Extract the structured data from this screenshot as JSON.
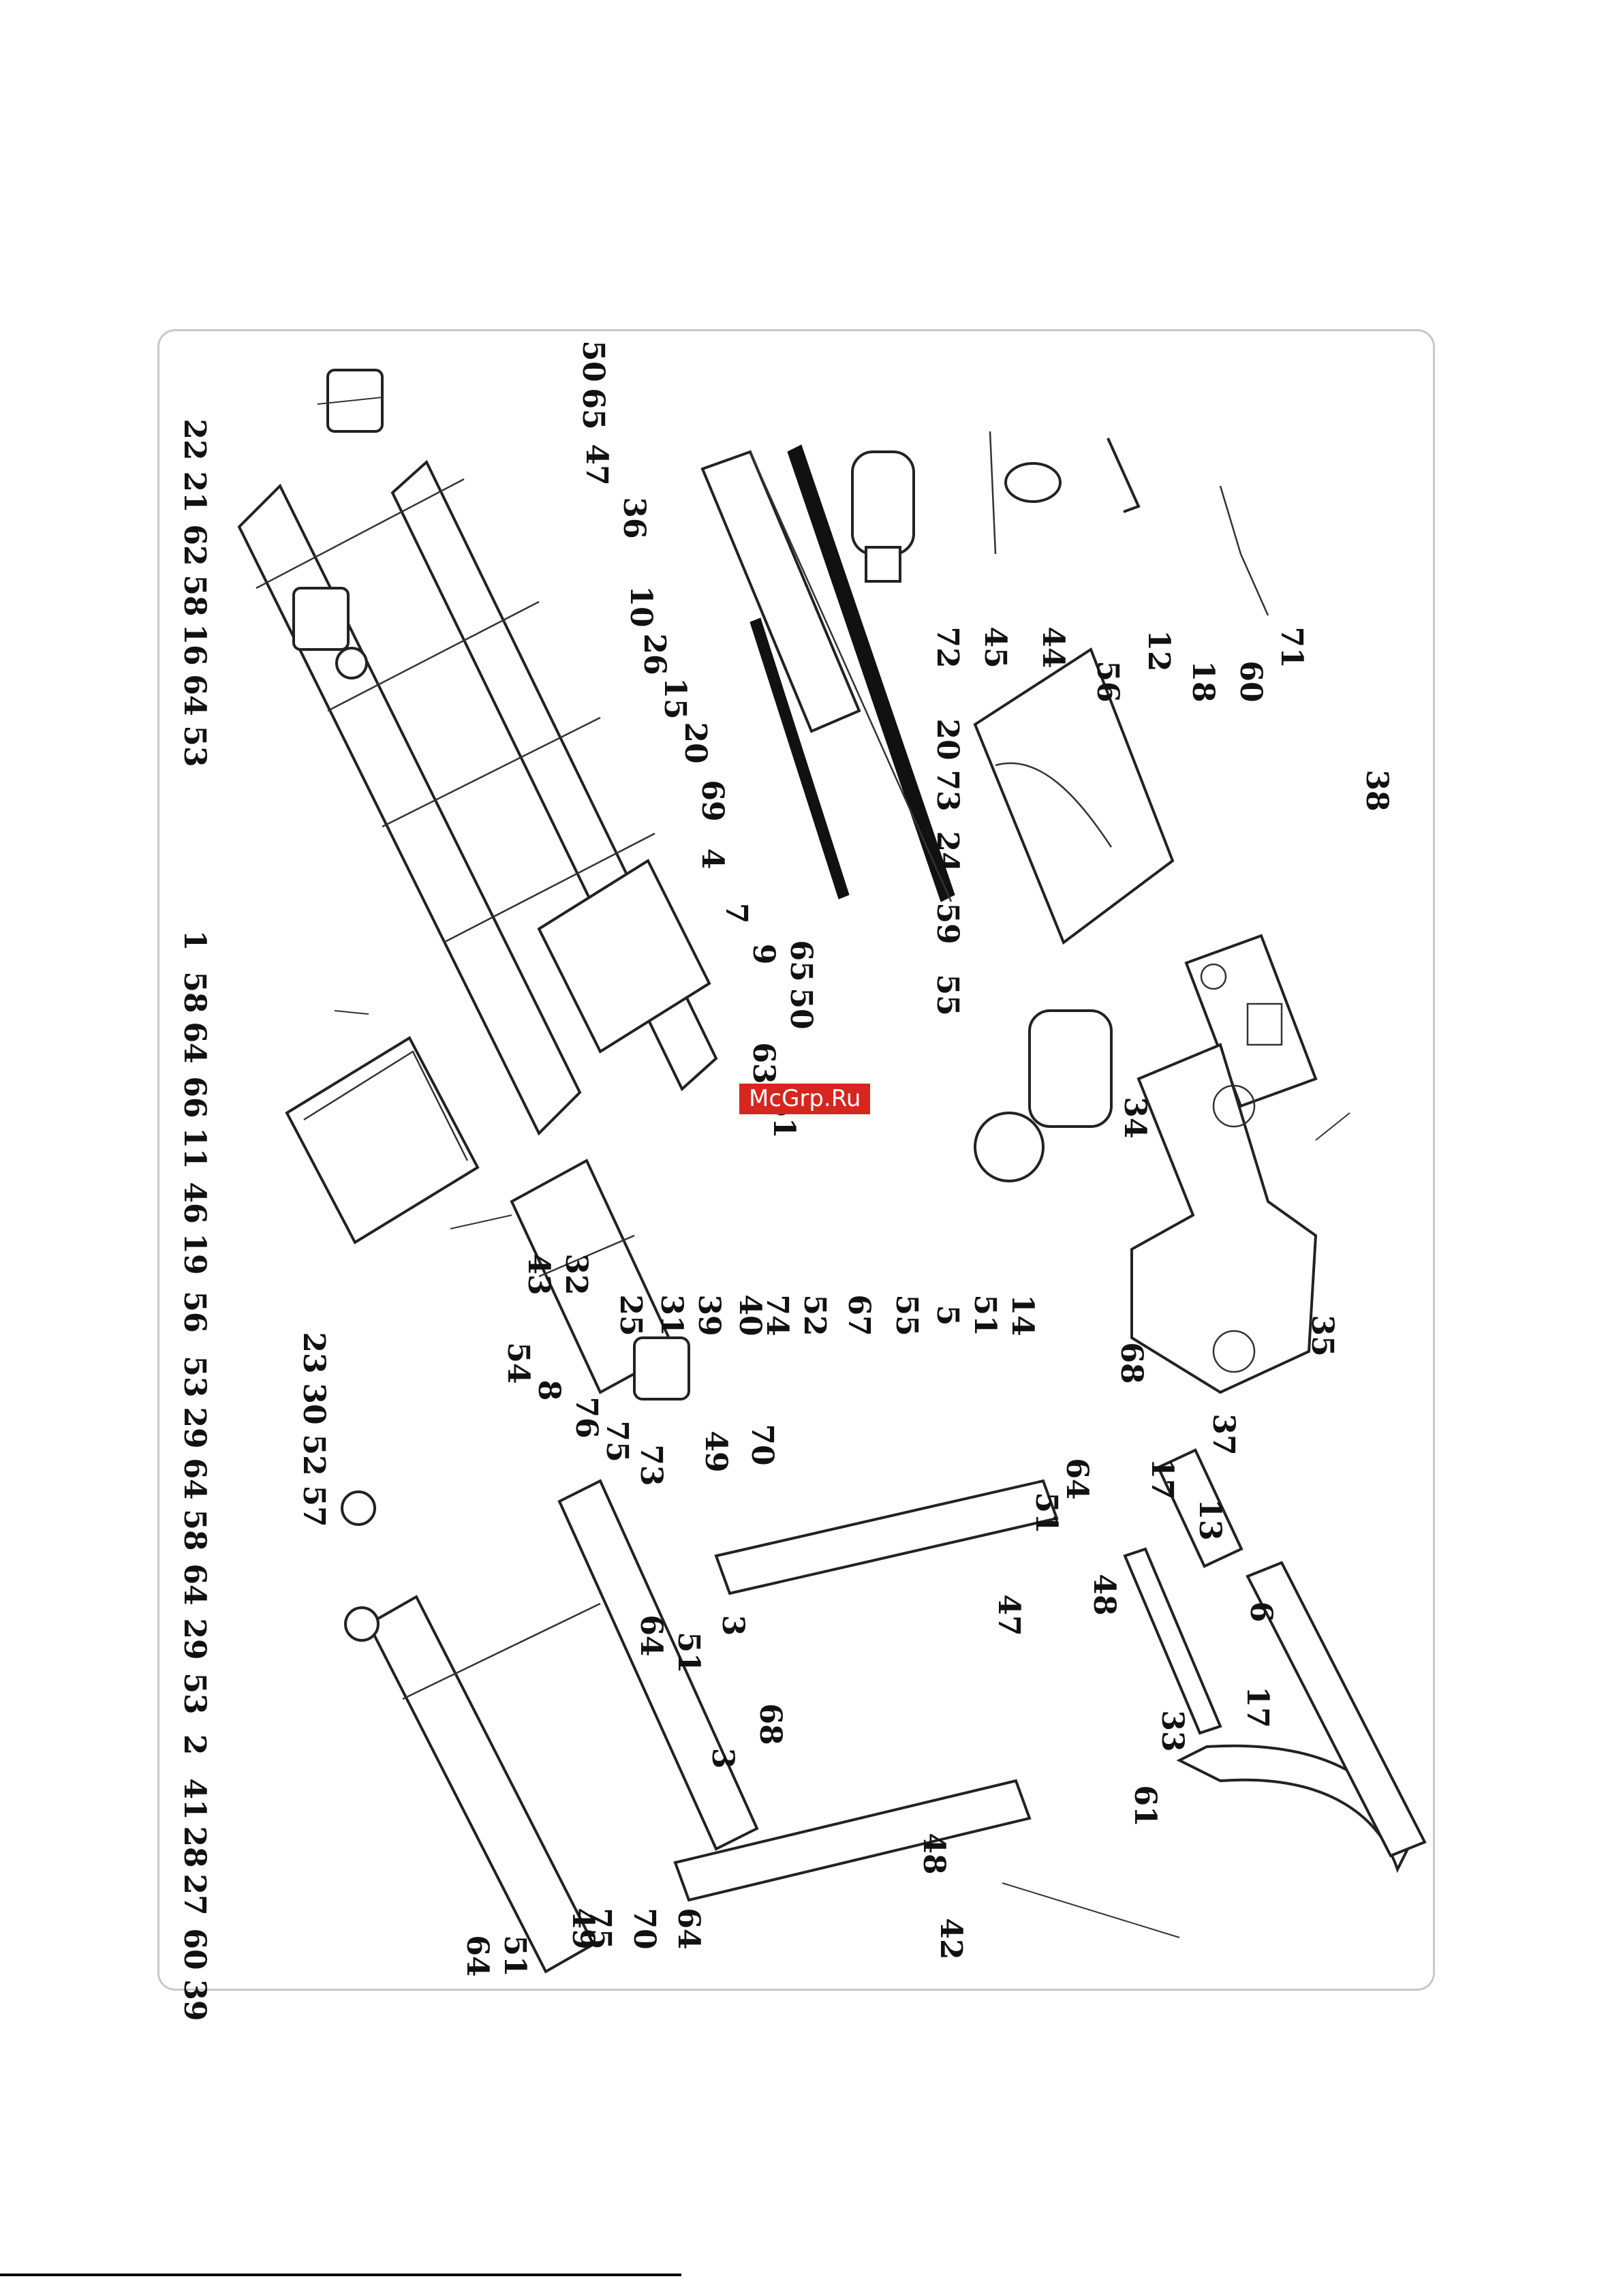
{
  "watermark": "McGrp.Ru",
  "callouts": [
    "22",
    "21",
    "62",
    "58",
    "16",
    "64",
    "53",
    "1",
    "58",
    "64",
    "66",
    "11",
    "46",
    "19",
    "56",
    "23",
    "30",
    "52",
    "57",
    "53",
    "29",
    "64",
    "58",
    "64",
    "29",
    "53",
    "2",
    "41",
    "28",
    "27",
    "60",
    "39",
    "36",
    "43",
    "32",
    "25",
    "31",
    "39",
    "40",
    "74",
    "52",
    "67",
    "55",
    "5",
    "51",
    "14",
    "50",
    "65",
    "47",
    "10",
    "26",
    "15",
    "20",
    "69",
    "4",
    "7",
    "9",
    "65",
    "50",
    "63",
    "51",
    "72",
    "20",
    "73",
    "24",
    "59",
    "55",
    "45",
    "44",
    "12",
    "56",
    "18",
    "60",
    "71",
    "38",
    "34",
    "54",
    "8",
    "76",
    "75",
    "73",
    "49",
    "70",
    "68",
    "64",
    "51",
    "3",
    "47",
    "48",
    "17",
    "13",
    "6",
    "37",
    "35",
    "64",
    "51",
    "64",
    "51",
    "68",
    "3",
    "49",
    "75",
    "70",
    "64",
    "42",
    "48",
    "61",
    "17",
    "33"
  ],
  "icons": [
    "treadmill-frame",
    "running-deck",
    "running-belt",
    "motor",
    "roller",
    "console",
    "handrail",
    "side-rail",
    "pedal",
    "power-cord"
  ]
}
